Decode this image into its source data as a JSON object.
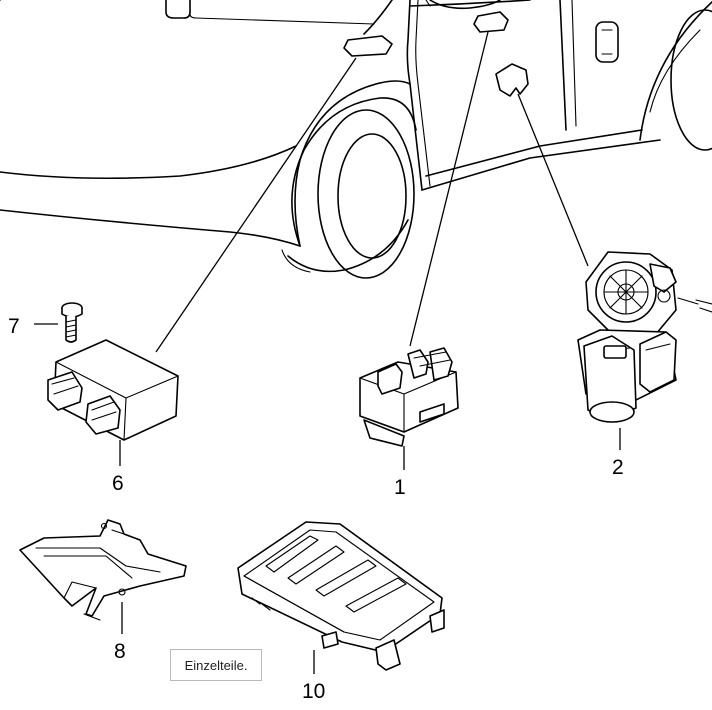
{
  "parts": [
    {
      "id": "1",
      "label": "1"
    },
    {
      "id": "2",
      "label": "2"
    },
    {
      "id": "6",
      "label": "6"
    },
    {
      "id": "7",
      "label": "7"
    },
    {
      "id": "8",
      "label": "8"
    },
    {
      "id": "10",
      "label": "10"
    }
  ],
  "caption": "Einzelteile.",
  "colors": {
    "line": "#000000",
    "background": "#ffffff",
    "caption_border": "#b9b9b9"
  }
}
